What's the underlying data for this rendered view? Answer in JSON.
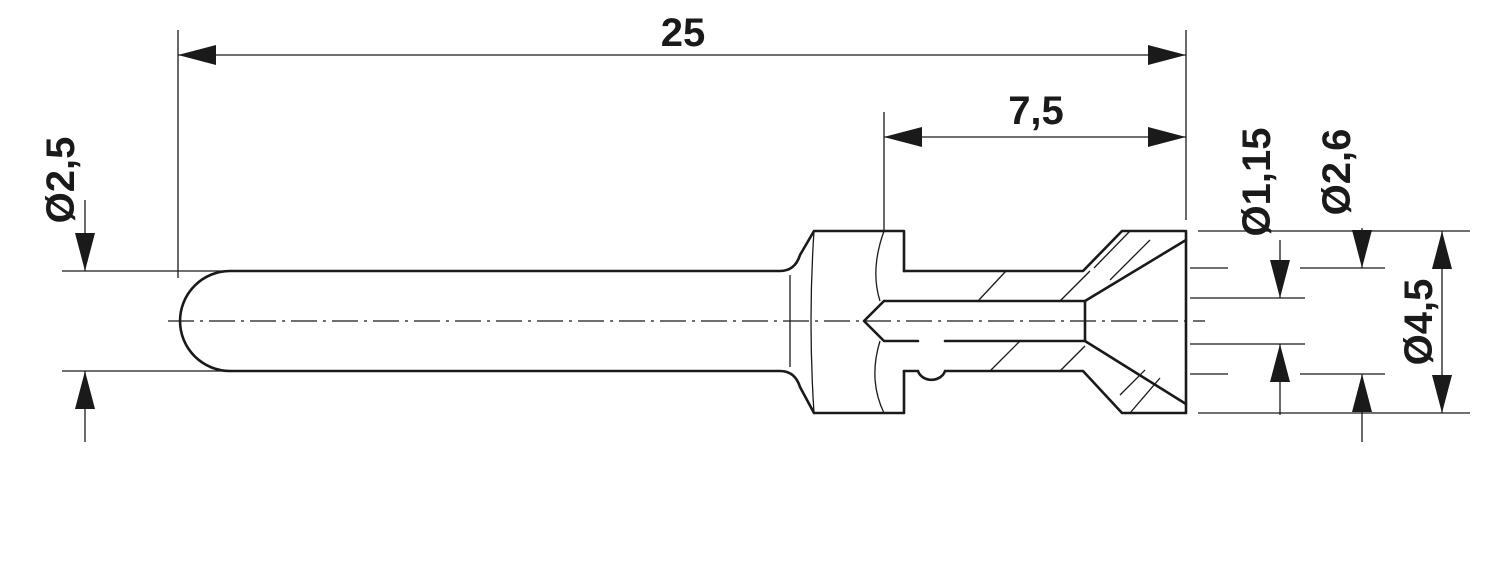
{
  "drawing": {
    "dimensions": {
      "overall_length": "25",
      "crimp_length": "7,5",
      "pin_diameter": "Ø2,5",
      "bore_diameter": "Ø1,15",
      "crimp_diameter": "Ø2,6",
      "collar_diameter": "Ø4,5"
    }
  }
}
